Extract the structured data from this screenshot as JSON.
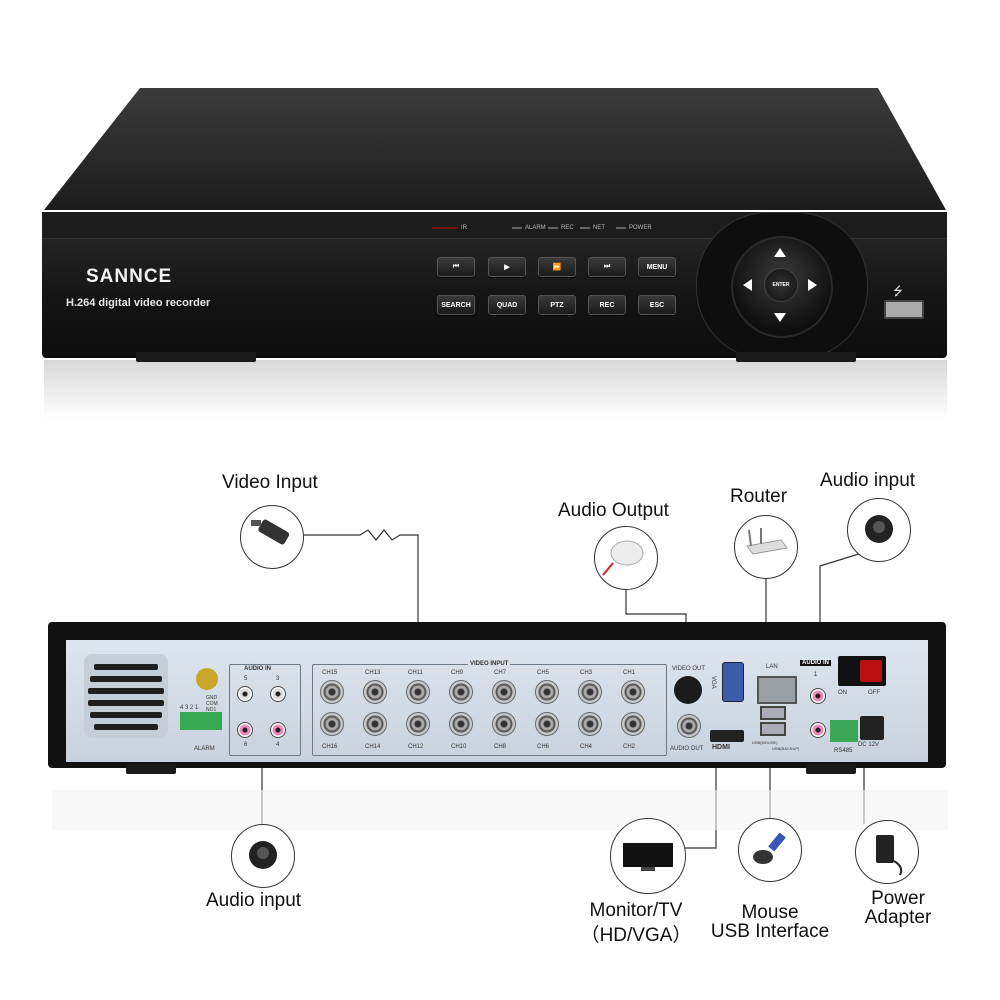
{
  "front": {
    "brand": "SANNCE",
    "model": "H.264 digital video recorder",
    "indicators": {
      "ir": "IR",
      "alarm": "ALARM",
      "rec": "REC",
      "net": "NET",
      "power": "POWER"
    },
    "buttons_row1": [
      "⏮",
      "▶",
      "⏩",
      "⏭",
      "MENU"
    ],
    "buttons_row2": [
      "SEARCH",
      "QUAD",
      "PTZ",
      "REC",
      "ESC"
    ],
    "dial_center": "ENTER"
  },
  "rear": {
    "audio_in_title": "AUDIO IN",
    "audio_in_ports": [
      "5",
      "3",
      "6",
      "4"
    ],
    "video_input_title": "VIDEO INPUT",
    "video_ch_top": [
      "CH15",
      "CH13",
      "CH11",
      "CH9",
      "CH7",
      "CH5",
      "CH3",
      "CH1"
    ],
    "video_ch_bottom": [
      "CH16",
      "CH14",
      "CH12",
      "CH10",
      "CH8",
      "CH6",
      "CH4",
      "CH2"
    ],
    "alarm_label": "ALARM",
    "alarm_pins": "4 3 2 1",
    "alarm_texts": [
      "GND",
      "COM",
      "NO1"
    ],
    "video_out": "VIDEO OUT",
    "audio_out": "AUDIO OUT",
    "vga": "VGA",
    "hdmi": "HDMI",
    "lan": "LAN",
    "usb_mouse": "USB(MOUSE)",
    "usb_backup": "USB(BACKUP)",
    "audio_in_right": "AUDIO IN",
    "audio_in_right_port": "1",
    "on": "ON",
    "off": "OFF",
    "rs485": "RS485",
    "dc12v": "DC 12V"
  },
  "callouts": {
    "video_input": "Video Input",
    "audio_output": "Audio Output",
    "router": "Router",
    "audio_input_top": "Audio input",
    "audio_input_bottom": "Audio input",
    "monitor_line1": "Monitor/TV",
    "monitor_line2": "（HD/VGA）",
    "mouse_line1": "Mouse",
    "mouse_line2": "USB Interface",
    "power_line1": "Power",
    "power_line2": "Adapter"
  },
  "colors": {
    "chassis": "#141414",
    "rear_panel": "#d3dce6",
    "power_rocker": "#b11111",
    "terminal_green": "#3da858",
    "vga_blue": "#3c5ba8"
  }
}
